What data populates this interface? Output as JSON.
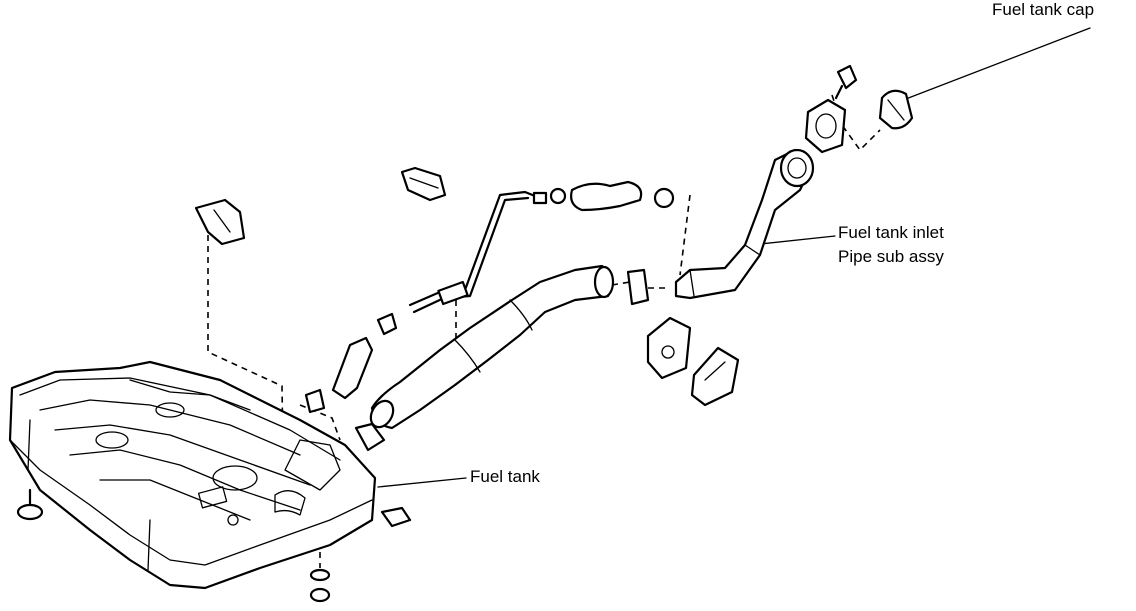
{
  "labels": {
    "fuel_tank_cap": "Fuel tank cap",
    "fuel_tank_inlet_line1": "Fuel tank inlet",
    "fuel_tank_inlet_line2": "Pipe sub assy",
    "fuel_tank": "Fuel tank"
  }
}
